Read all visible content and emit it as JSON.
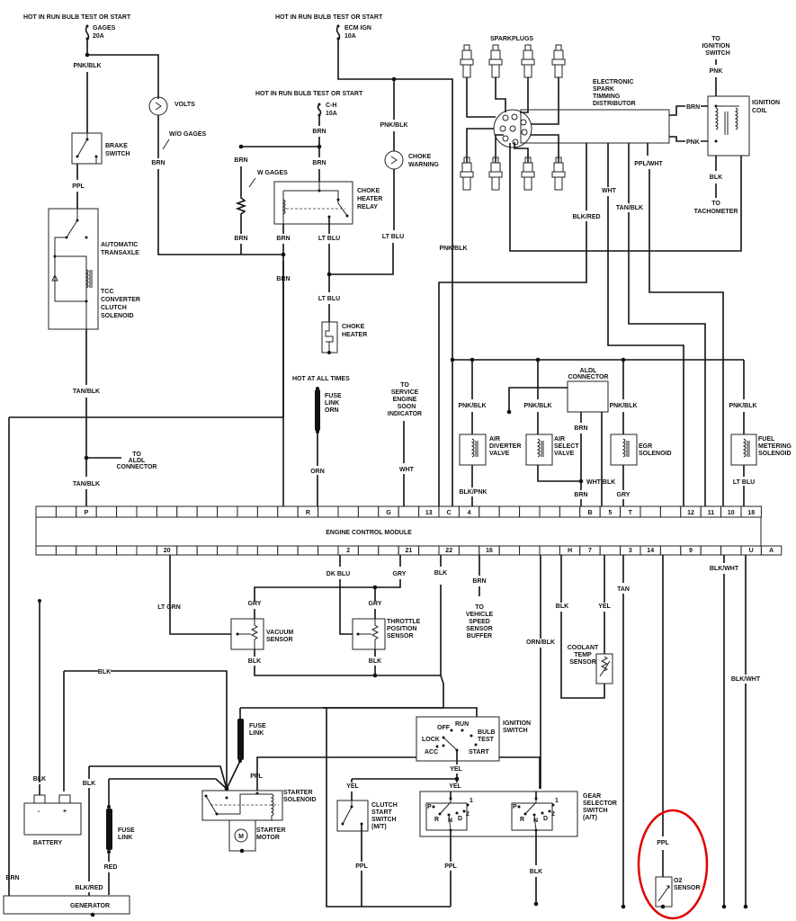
{
  "diagram": {
    "title": "Engine Control Module Wiring Diagram",
    "accent_color": "#e00000",
    "highlight": {
      "component": "O2 SENSOR",
      "color": "#e00000"
    }
  },
  "power": {
    "hot_run_bulb_1": "HOT IN RUN BULB TEST OR START",
    "gages_fuse": "GAGES",
    "gages_amp": "20A",
    "hot_run_bulb_2": "HOT IN RUN BULB TEST OR START",
    "ecm_fuse": "ECM IGN",
    "ecm_amp": "10A",
    "hot_run_bulb_3": "HOT IN RUN BULB TEST OR START",
    "ch_fuse": "C-H",
    "ch_amp": "10A",
    "hot_all_times": "HOT AT ALL TIMES"
  },
  "components": {
    "volts": "VOLTS",
    "wo_gages": "W/O GAGES",
    "w_gages": "W GAGES",
    "brake_switch": [
      "BRAKE",
      "SWITCH"
    ],
    "auto_transaxle": [
      "AUTOMATIC",
      "TRANSAXLE"
    ],
    "tcc": [
      "TCC",
      "CONVERTER",
      "CLUTCH",
      "SOLENOID"
    ],
    "choke_warning": [
      "CHOKE",
      "WARNING"
    ],
    "choke_heater_relay": [
      "CHOKE",
      "HEATER",
      "RELAY"
    ],
    "choke_heater": [
      "CHOKE",
      "HEATER"
    ],
    "sparkplugs": "SPARKPLUGS",
    "distributor": [
      "ELECTRONIC",
      "SPARK",
      "TIMMING",
      "DISTRIBUTOR"
    ],
    "to_ignition_switch": [
      "TO",
      "IGNITION",
      "SWITCH"
    ],
    "ignition_coil": [
      "IGNITION",
      "COIL"
    ],
    "to_tachometer": [
      "TO",
      "TACHOMETER"
    ],
    "fuse_link_orn": [
      "FUSE",
      "LINK",
      "ORN"
    ],
    "to_service_engine": [
      "TO",
      "SERVICE",
      "ENGINE",
      "SOON",
      "INDICATOR"
    ],
    "to_aldl": [
      "TO",
      "ALDL",
      "CONNECTOR"
    ],
    "aldl_connector": [
      "ALDL",
      "CONNECTOR"
    ],
    "air_diverter": [
      "AIR",
      "DIVERTER",
      "VALVE"
    ],
    "air_select": [
      "AIR",
      "SELECT",
      "VALVE"
    ],
    "egr_solenoid": [
      "EGR",
      "SOLENOID"
    ],
    "fuel_metering": [
      "FUEL",
      "METERING",
      "SOLENOID"
    ],
    "ecm": "ENGINE CONTROL MODULE",
    "vacuum_sensor": [
      "VACUUM",
      "SENSOR"
    ],
    "throttle_sensor": [
      "THROTTLE",
      "POSITION",
      "SENSOR"
    ],
    "to_vss": [
      "TO",
      "VEHICLE",
      "SPEED",
      "SENSOR",
      "BUFFER"
    ],
    "coolant_sensor": [
      "COOLANT",
      "TEMP",
      "SENSOR"
    ],
    "fuse_link_1": [
      "FUSE",
      "LINK"
    ],
    "fuse_link_2": [
      "FUSE",
      "LINK"
    ],
    "starter_solenoid": [
      "STARTER",
      "SOLENOID"
    ],
    "starter_motor": [
      "STARTER",
      "MOTOR"
    ],
    "motor_symbol": "M",
    "battery": "BATTERY",
    "battery_neg": "-",
    "battery_pos": "+",
    "generator": "GENERATOR",
    "ignition_switch": [
      "IGNITION",
      "SWITCH"
    ],
    "ign_positions": {
      "off": "OFF",
      "run": "RUN",
      "lock": "LOCK",
      "acc": "ACC",
      "start": "START",
      "bulb": "BULB",
      "test": "TEST"
    },
    "clutch_switch": [
      "CLUTCH",
      "START",
      "SWITCH",
      "(M/T)"
    ],
    "gear_selector": [
      "GEAR",
      "SELECTOR",
      "SWITCH",
      "(A/T)"
    ],
    "gear_positions": [
      "P",
      "R",
      "N",
      "D",
      "2",
      "1"
    ],
    "o2_sensor": [
      "O2",
      "SENSOR"
    ]
  },
  "wires": {
    "pnk_blk": "PNK/BLK",
    "brn": "BRN",
    "ppl": "PPL",
    "tan_blk": "TAN/BLK",
    "lt_blu": "LT BLU",
    "orn": "ORN",
    "wht": "WHT",
    "blk_red": "BLK/RED",
    "ppl_wht": "PPL/WHT",
    "pnk": "PNK",
    "blk": "BLK",
    "blk_pnk": "BLK/PNK",
    "wht_blk": "WHT/BLK",
    "gry": "GRY",
    "lt_grn": "LT GRN",
    "dk_blu": "DK BLU",
    "blk_wht": "BLK/WHT",
    "tan": "TAN",
    "orn_blk": "ORN/BLK",
    "yel": "YEL",
    "red": "RED"
  },
  "ecm_pins": {
    "top": [
      "",
      "",
      "P",
      "",
      "",
      "",
      "",
      "",
      "",
      "",
      "",
      "",
      "",
      "R",
      "",
      "",
      "",
      "G",
      "",
      "13",
      "C",
      "4",
      "",
      "",
      "",
      "",
      "",
      "B",
      "5",
      "T",
      "",
      "",
      "12",
      "11",
      "10",
      "18"
    ],
    "bottom": [
      "",
      "",
      "",
      "",
      "",
      "",
      "20",
      "",
      "",
      "",
      "",
      "",
      "",
      "",
      "",
      "2",
      "",
      "",
      "21",
      "",
      "22",
      "",
      "16",
      "",
      "",
      "",
      "H",
      "7",
      "",
      "3",
      "14",
      "",
      "9",
      "",
      "",
      "U",
      "A"
    ]
  }
}
